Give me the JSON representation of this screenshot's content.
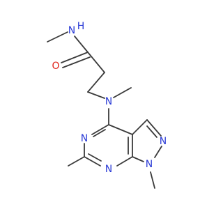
{
  "molecule": {
    "colors": {
      "bond": "#3a3a3a",
      "nitrogen": "#2b3bd6",
      "oxygen": "#e0241b",
      "background": "#ffffff"
    },
    "atoms": {
      "amide_nh": "H",
      "amide_n": "N",
      "carbonyl_o": "O",
      "tertiary_n": "N",
      "pyrimidine_n3": "N",
      "pyrimidine_n1": "N",
      "pyrazole_n2": "N",
      "pyrazole_n1": "N"
    }
  }
}
